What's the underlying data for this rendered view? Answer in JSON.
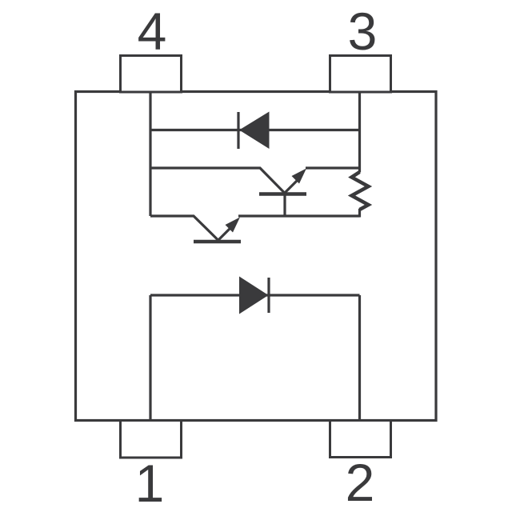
{
  "canvas": {
    "background": "#ffffff",
    "line_color": "#3a3a3c"
  },
  "pins": [
    {
      "number": "4",
      "position": "top-left"
    },
    {
      "number": "3",
      "position": "top-right"
    },
    {
      "number": "1",
      "position": "bottom-left"
    },
    {
      "number": "2",
      "position": "bottom-right"
    }
  ],
  "components": [
    {
      "name": "reverse-protection-diode",
      "type": "diode",
      "orientation": "pointing-left"
    },
    {
      "name": "darlington-input-transistor",
      "type": "npn-transistor"
    },
    {
      "name": "darlington-output-transistor",
      "type": "npn-transistor"
    },
    {
      "name": "base-emitter-resistor",
      "type": "resistor"
    },
    {
      "name": "input-diode",
      "type": "diode",
      "orientation": "pointing-right"
    }
  ]
}
